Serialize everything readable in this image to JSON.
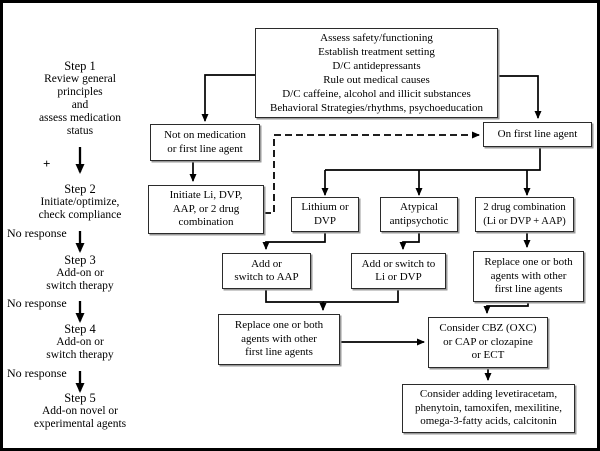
{
  "colors": {
    "ink": "#000000",
    "box_border": "#2b2b2b",
    "background": "#ffffff"
  },
  "sidebar": {
    "no_response": "No response",
    "plus": "+",
    "steps": [
      {
        "title": "Step 1",
        "lines": [
          "Review general",
          "principles",
          "and",
          "assess medication",
          "status"
        ]
      },
      {
        "title": "Step 2",
        "lines": [
          "Initiate/optimize,",
          "check compliance"
        ]
      },
      {
        "title": "Step 3",
        "lines": [
          "Add-on or",
          "switch therapy"
        ]
      },
      {
        "title": "Step 4",
        "lines": [
          "Add-on or",
          "switch therapy"
        ]
      },
      {
        "title": "Step 5",
        "lines": [
          "Add-on novel or",
          "experimental agents"
        ]
      }
    ]
  },
  "boxes": {
    "assess": {
      "lines": [
        "Assess safety/functioning",
        "Establish treatment setting",
        "D/C antidepressants",
        "Rule out medical causes",
        "D/C caffeine, alcohol and illicit substances",
        "Behavioral Strategies/rhythms, psychoeducation"
      ]
    },
    "not_on_med": {
      "lines": [
        "Not on medication",
        "or first line agent"
      ]
    },
    "on_first_line": {
      "lines": [
        "On first line agent"
      ]
    },
    "initiate": {
      "lines": [
        "Initiate Li, DVP,",
        "AAP, or 2 drug",
        "combination"
      ]
    },
    "lithium": {
      "lines": [
        "Lithium or",
        "DVP"
      ]
    },
    "atypical": {
      "lines": [
        "Atypical",
        "antipsychotic"
      ]
    },
    "two_drug": {
      "lines": [
        "2 drug combination",
        "(Li or DVP + AAP)"
      ]
    },
    "add_aap": {
      "lines": [
        "Add or",
        "switch to AAP"
      ]
    },
    "add_li_dvp": {
      "lines": [
        "Add or switch to",
        "Li or DVP"
      ]
    },
    "replace_right": {
      "lines": [
        "Replace one or both",
        "agents with other",
        "first line agents"
      ]
    },
    "replace_left": {
      "lines": [
        "Replace one or both",
        "agents with other",
        "first line agents"
      ]
    },
    "consider_cbz": {
      "lines": [
        "Consider CBZ (OXC)",
        "or CAP or clozapine",
        "or ECT"
      ]
    },
    "consider_adding": {
      "lines": [
        "Consider adding levetiracetam,",
        "phenytoin, tamoxifen, mexilitine,",
        "omega-3-fatty acids, calcitonin"
      ]
    }
  }
}
